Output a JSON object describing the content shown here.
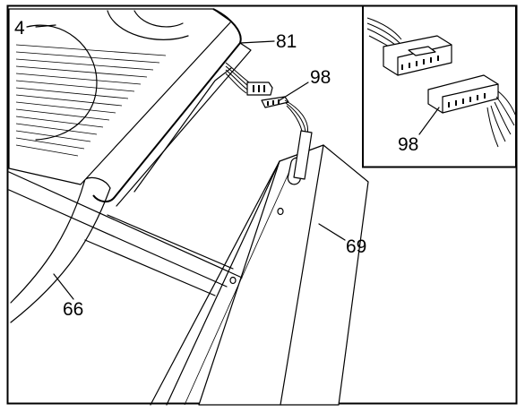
{
  "figure": {
    "callouts": {
      "part_4": "4",
      "part_81": "81",
      "part_98": "98",
      "part_69": "69",
      "part_66": "66",
      "inset_part_98": "98"
    },
    "colors": {
      "ink": "#000000",
      "paper": "#ffffff"
    }
  }
}
